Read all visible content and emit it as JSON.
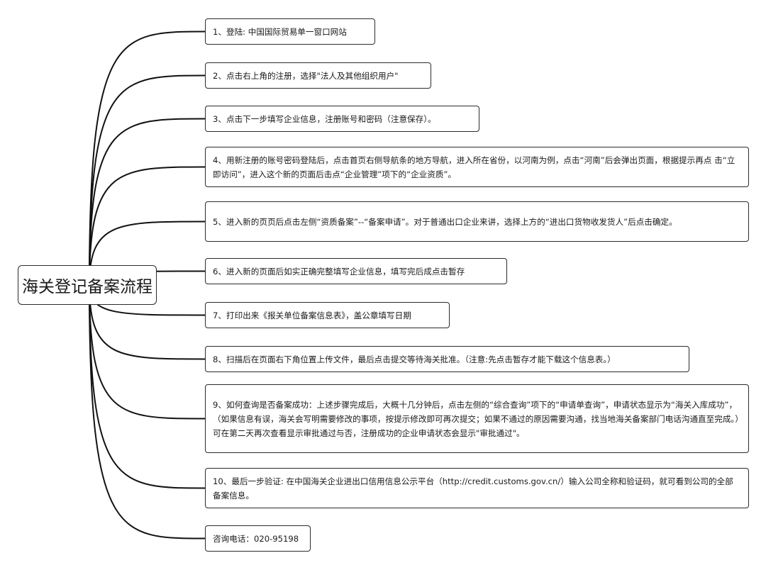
{
  "root": {
    "label": "海关登记备案流程"
  },
  "steps": [
    {
      "text": "1、登陆: 中国国际贸易单一窗口网站"
    },
    {
      "text": "2、点击右上角的注册，选择\"法人及其他组织用户\""
    },
    {
      "text": "3、点击下一步填写企业信息，注册账号和密码（注意保存）。"
    },
    {
      "text": "4、用新注册的账号密码登陆后，点击首页右侧导航条的地方导航，进入所在省份，以河南为例，点击“河南”后会弹出页面，根据提示再点 击“立即访问”，进入这个新的页面后击点“企业管理”项下的“企业资质”。"
    },
    {
      "text": "5、进入新的页页后点击左侧“资质备案”--“备案申请”。对于普通出口企业来讲，选择上方的“进出口货物收发货人”后点击确定。"
    },
    {
      "text": "6、进入新的页面后如实正确完整填写企业信息，填写完后成点击暂存"
    },
    {
      "text": "7、打印出来《报关单位备案信息表》，盖公章填写日期"
    },
    {
      "text": "8、扫描后在页面右下角位置上传文件，最后点击提交等待海关批准。（注意:先点击暂存才能下载这个信息表。）"
    },
    {
      "text": "9、如何查询是否备案成功：上述步骤完成后，大概十几分钟后，点击左侧的“综合查询”项下的“申请单查询”，申请状态显示为“海关入库成功”，（如果信息有误，海关会写明需要修改的事项，按提示修改即可再次提交；如果不通过的原因需要沟通，找当地海关备案部门电话沟通直至完成。）可在第二天再次查看显示审批通过与否，注册成功的企业申请状态会显示\"审批通过\"。"
    },
    {
      "text": "10、最后一步验证: 在中国海关企业进出口信用信息公示平台（http://credit.customs.gov.cn/）输入公司全称和验证码，就可看到公司的全部备案信息。"
    },
    {
      "text": "咨询电话：020-95198"
    }
  ]
}
